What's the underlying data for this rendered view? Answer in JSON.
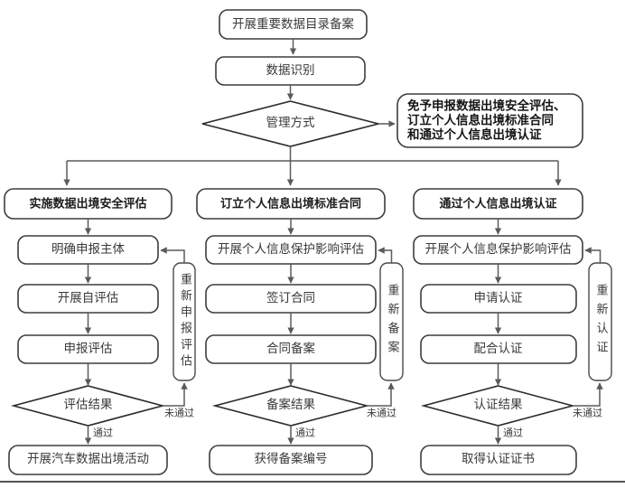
{
  "diagram": {
    "title_node": {
      "label": "开展重要数据目录备案"
    },
    "identify_node": {
      "label": "数据识别"
    },
    "decision_node": {
      "label": "管理方式"
    },
    "exempt_callout": {
      "line1": "免予申报数据出境安全评估、",
      "line2": "订立个人信息出境标准合同",
      "line3": "和通过个人信息出境认证"
    },
    "branches": [
      {
        "key": "assessment",
        "header": "实施数据出境安全评估",
        "steps": [
          "明确申报主体",
          "开展自评估",
          "申报评估"
        ],
        "decision": "评估结果",
        "loop_label": "重新申报评估",
        "pass_label": "通过",
        "fail_label": "未通过",
        "outcome": "开展汽车数据出境活动"
      },
      {
        "key": "contract",
        "header": "订立个人信息出境标准合同",
        "steps": [
          "开展个人信息保护影响评估",
          "签订合同",
          "合同备案"
        ],
        "decision": "备案结果",
        "loop_label": "重新备案",
        "pass_label": "通过",
        "fail_label": "未通过",
        "outcome": "获得备案编号"
      },
      {
        "key": "certification",
        "header": "通过个人信息出境认证",
        "steps": [
          "开展个人信息保护影响评估",
          "申请认证",
          "配合认证"
        ],
        "decision": "认证结果",
        "loop_label": "重新认证",
        "pass_label": "通过",
        "fail_label": "未通过",
        "outcome": "取得认证证书"
      }
    ],
    "colors": {
      "box_stroke": "#3d3d3d",
      "connector": "#5a5a5a",
      "text": "#3a3a3a",
      "background": "#ffffff"
    }
  }
}
